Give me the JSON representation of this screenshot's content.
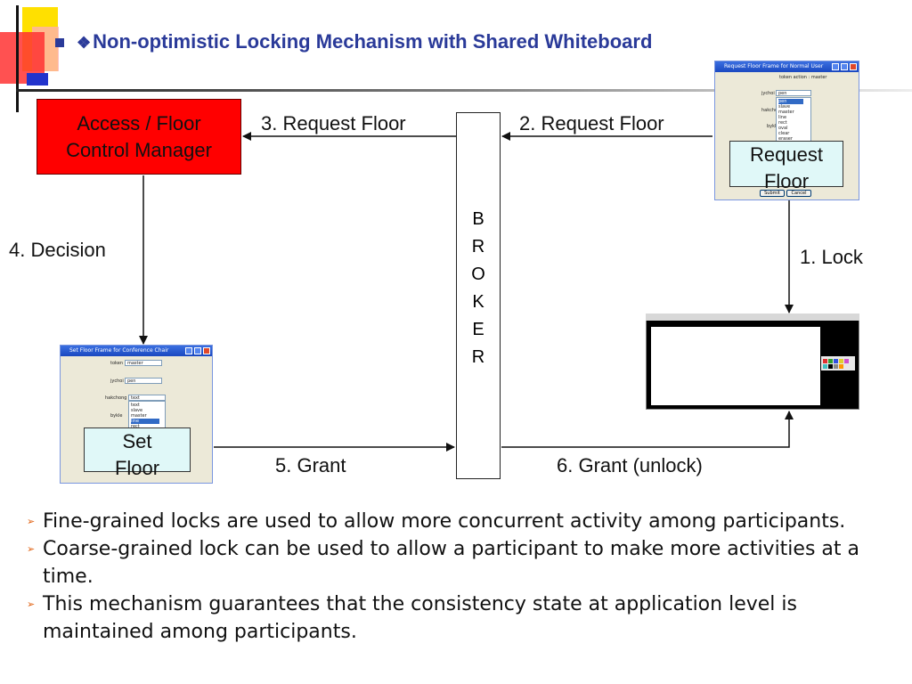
{
  "title": {
    "bullet": "❖",
    "text": "Non-optimistic Locking Mechanism with Shared Whiteboard"
  },
  "diagram": {
    "access_manager": {
      "line1": "Access / Floor",
      "line2": "Control Manager"
    },
    "broker_letters": [
      "B",
      "R",
      "O",
      "K",
      "E",
      "R"
    ],
    "labels": {
      "request_floor_3": "3. Request Floor",
      "request_floor_2": "2. Request Floor",
      "decision": "4. Decision",
      "lock": "1. Lock",
      "grant": "5. Grant",
      "grant_unlock": "6. Grant (unlock)"
    },
    "request_box": {
      "line1": "Request",
      "line2": "Floor"
    },
    "set_box": {
      "line1": "Set",
      "line2": "Floor"
    },
    "request_window": {
      "title": "Request Floor Frame for Normal User",
      "header": "token   action : master",
      "field_label": "jychoi",
      "field_value": "pen",
      "list_items": [
        "pen",
        "slave",
        "master",
        "line",
        "rect",
        "oval",
        "clear",
        "eraser"
      ],
      "side_labels": [
        "hakcho",
        "bykle"
      ],
      "submit": "Submit",
      "cancel": "Cancel"
    },
    "set_window": {
      "title": "Set Floor Frame for Conference Chair",
      "rows": [
        {
          "label": "token",
          "value": "master"
        },
        {
          "label": "jychoi",
          "value": "pen"
        },
        {
          "label": "hakchong",
          "value": "text"
        },
        {
          "label": "bykle",
          "value": ""
        }
      ],
      "list_items": [
        "text",
        "slave",
        "master",
        "line",
        "rect"
      ]
    }
  },
  "bullets": [
    {
      "marker": "➢",
      "text": "Fine-grained locks are used to allow more concurrent activity among participants."
    },
    {
      "marker": "➢",
      "text": "Coarse-grained lock can be used to allow a participant to make more activities at a time."
    },
    {
      "marker": "➢",
      "text": "This mechanism guarantees that the consistency state at application level is maintained among participants."
    }
  ],
  "colors": {
    "title": "#2a3a99",
    "access_manager_fill": "#ff0000",
    "floor_box_fill": "#e0f8f8",
    "bullet_marker": "#e06010"
  }
}
